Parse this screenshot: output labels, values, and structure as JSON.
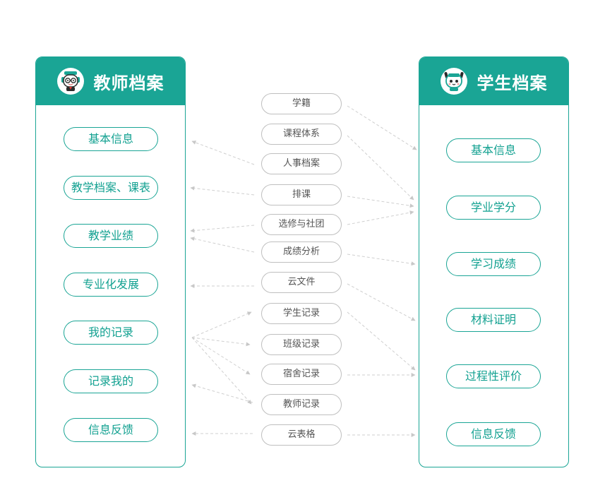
{
  "colors": {
    "accent": "#1aa595",
    "middle_border": "#bfbfbf",
    "arrow": "#cccccc"
  },
  "teacher": {
    "title": "教师档案",
    "icon": "teacher-robot-icon",
    "items": [
      "基本信息",
      "教学档案、课表",
      "教学业绩",
      "专业化发展",
      "我的记录",
      "记录我的",
      "信息反馈"
    ]
  },
  "student": {
    "title": "学生档案",
    "icon": "student-robot-icon",
    "items": [
      "基本信息",
      "学业学分",
      "学习成绩",
      "材料证明",
      "过程性评价",
      "信息反馈"
    ]
  },
  "middle": {
    "items": [
      "学籍",
      "课程体系",
      "人事档案",
      "排课",
      "选修与社团",
      "成绩分析",
      "云文件",
      "学生记录",
      "班级记录",
      "宿舍记录",
      "教师记录",
      "云表格"
    ]
  }
}
